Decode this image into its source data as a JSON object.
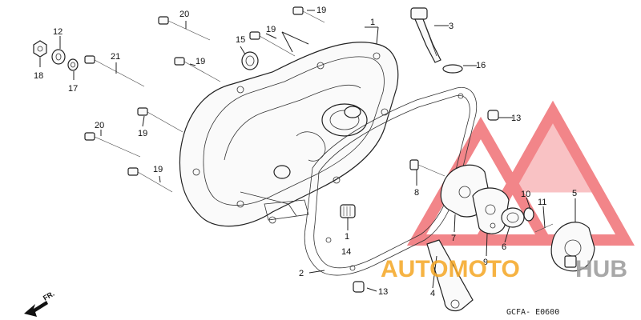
{
  "callouts": [
    {
      "id": "20a",
      "text": "20"
    },
    {
      "id": "19a",
      "text": "19"
    },
    {
      "id": "1a",
      "text": "1"
    },
    {
      "id": "3",
      "text": "3"
    },
    {
      "id": "12",
      "text": "12"
    },
    {
      "id": "15",
      "text": "15"
    },
    {
      "id": "19b",
      "text": "19"
    },
    {
      "id": "16",
      "text": "16"
    },
    {
      "id": "21",
      "text": "21"
    },
    {
      "id": "19c",
      "text": "19"
    },
    {
      "id": "18",
      "text": "18"
    },
    {
      "id": "17",
      "text": "17"
    },
    {
      "id": "13a",
      "text": "13"
    },
    {
      "id": "20b",
      "text": "20"
    },
    {
      "id": "19d",
      "text": "19"
    },
    {
      "id": "19e",
      "text": "19"
    },
    {
      "id": "8",
      "text": "8"
    },
    {
      "id": "10",
      "text": "10"
    },
    {
      "id": "11",
      "text": "11"
    },
    {
      "id": "5",
      "text": "5"
    },
    {
      "id": "1b",
      "text": "1"
    },
    {
      "id": "14",
      "text": "14"
    },
    {
      "id": "7",
      "text": "7"
    },
    {
      "id": "9",
      "text": "9"
    },
    {
      "id": "6",
      "text": "6"
    },
    {
      "id": "2",
      "text": "2"
    },
    {
      "id": "4",
      "text": "4"
    },
    {
      "id": "13b",
      "text": "13"
    }
  ],
  "direction_label": "FR.",
  "drawing_code": "GCFA- E0600",
  "watermark": {
    "part1": "AUTOMOTO",
    "part2": "HUB",
    "color1": "#f5a623",
    "color2": "#9a9a9a",
    "logo_color": "#e8232a"
  }
}
